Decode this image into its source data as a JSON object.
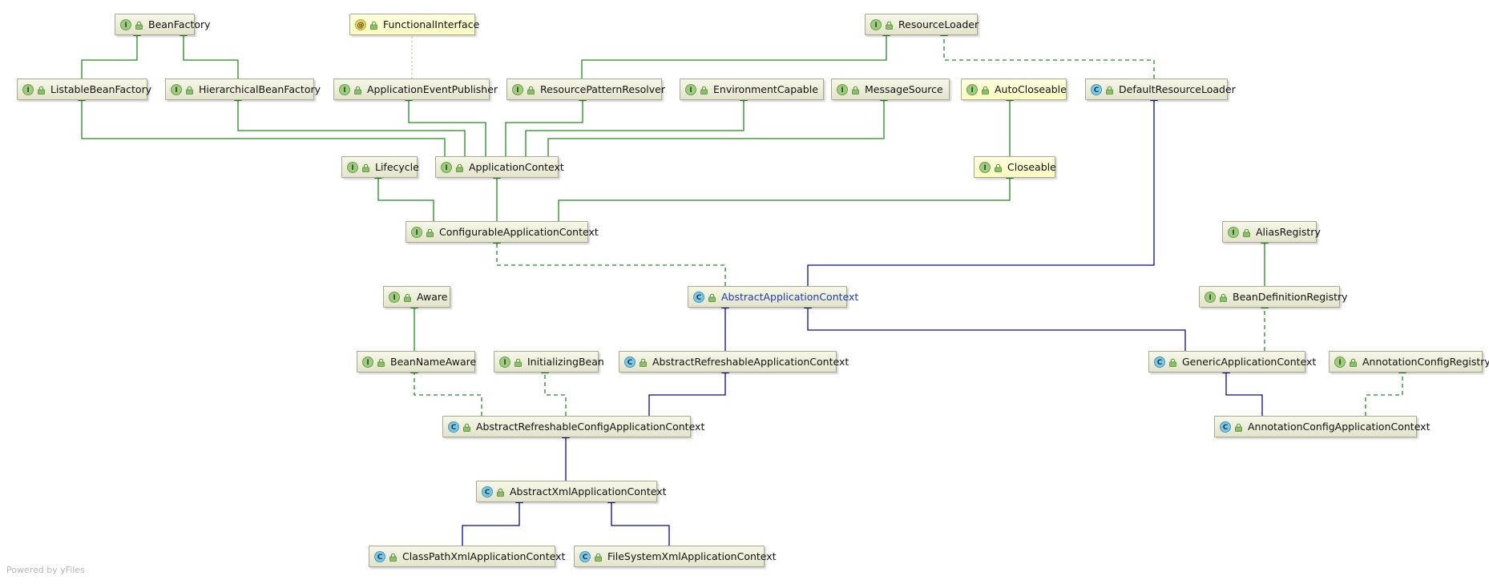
{
  "diagram": {
    "nodes": [
      {
        "id": "BeanFactory",
        "label": "BeanFactory",
        "kind": "interface"
      },
      {
        "id": "FunctionalInterface",
        "label": "FunctionalInterface",
        "kind": "annotation"
      },
      {
        "id": "ResourceLoader",
        "label": "ResourceLoader",
        "kind": "interface"
      },
      {
        "id": "ListableBeanFactory",
        "label": "ListableBeanFactory",
        "kind": "interface"
      },
      {
        "id": "HierarchicalBeanFactory",
        "label": "HierarchicalBeanFactory",
        "kind": "interface"
      },
      {
        "id": "ApplicationEventPublisher",
        "label": "ApplicationEventPublisher",
        "kind": "interface"
      },
      {
        "id": "ResourcePatternResolver",
        "label": "ResourcePatternResolver",
        "kind": "interface"
      },
      {
        "id": "EnvironmentCapable",
        "label": "EnvironmentCapable",
        "kind": "interface"
      },
      {
        "id": "MessageSource",
        "label": "MessageSource",
        "kind": "interface"
      },
      {
        "id": "AutoCloseable",
        "label": "AutoCloseable",
        "kind": "interface-java"
      },
      {
        "id": "DefaultResourceLoader",
        "label": "DefaultResourceLoader",
        "kind": "class"
      },
      {
        "id": "Lifecycle",
        "label": "Lifecycle",
        "kind": "interface"
      },
      {
        "id": "ApplicationContext",
        "label": "ApplicationContext",
        "kind": "interface"
      },
      {
        "id": "Closeable",
        "label": "Closeable",
        "kind": "interface-java"
      },
      {
        "id": "ConfigurableApplicationContext",
        "label": "ConfigurableApplicationContext",
        "kind": "interface"
      },
      {
        "id": "AliasRegistry",
        "label": "AliasRegistry",
        "kind": "interface"
      },
      {
        "id": "Aware",
        "label": "Aware",
        "kind": "interface"
      },
      {
        "id": "AbstractApplicationContext",
        "label": "AbstractApplicationContext",
        "kind": "abstract-class"
      },
      {
        "id": "BeanDefinitionRegistry",
        "label": "BeanDefinitionRegistry",
        "kind": "interface"
      },
      {
        "id": "BeanNameAware",
        "label": "BeanNameAware",
        "kind": "interface"
      },
      {
        "id": "InitializingBean",
        "label": "InitializingBean",
        "kind": "interface"
      },
      {
        "id": "AbstractRefreshableApplicationContext",
        "label": "AbstractRefreshableApplicationContext",
        "kind": "abstract-class-plain"
      },
      {
        "id": "GenericApplicationContext",
        "label": "GenericApplicationContext",
        "kind": "class"
      },
      {
        "id": "AnnotationConfigRegistry",
        "label": "AnnotationConfigRegistry",
        "kind": "interface"
      },
      {
        "id": "AbstractRefreshableConfigApplicationContext",
        "label": "AbstractRefreshableConfigApplicationContext",
        "kind": "abstract-class-plain"
      },
      {
        "id": "AnnotationConfigApplicationContext",
        "label": "AnnotationConfigApplicationContext",
        "kind": "class"
      },
      {
        "id": "AbstractXmlApplicationContext",
        "label": "AbstractXmlApplicationContext",
        "kind": "abstract-class-plain"
      },
      {
        "id": "ClassPathXmlApplicationContext",
        "label": "ClassPathXmlApplicationContext",
        "kind": "class"
      },
      {
        "id": "FileSystemXmlApplicationContext",
        "label": "FileSystemXmlApplicationContext",
        "kind": "class"
      }
    ],
    "edges": [
      {
        "from": "ListableBeanFactory",
        "to": "BeanFactory",
        "type": "extends-interface"
      },
      {
        "from": "HierarchicalBeanFactory",
        "to": "BeanFactory",
        "type": "extends-interface"
      },
      {
        "from": "ResourcePatternResolver",
        "to": "ResourceLoader",
        "type": "extends-interface"
      },
      {
        "from": "DefaultResourceLoader",
        "to": "ResourceLoader",
        "type": "implements"
      },
      {
        "from": "ApplicationEventPublisher",
        "to": "FunctionalInterface",
        "type": "annotated"
      },
      {
        "from": "ApplicationContext",
        "to": "ListableBeanFactory",
        "type": "extends-interface"
      },
      {
        "from": "ApplicationContext",
        "to": "HierarchicalBeanFactory",
        "type": "extends-interface"
      },
      {
        "from": "ApplicationContext",
        "to": "ApplicationEventPublisher",
        "type": "extends-interface"
      },
      {
        "from": "ApplicationContext",
        "to": "ResourcePatternResolver",
        "type": "extends-interface"
      },
      {
        "from": "ApplicationContext",
        "to": "EnvironmentCapable",
        "type": "extends-interface"
      },
      {
        "from": "ApplicationContext",
        "to": "MessageSource",
        "type": "extends-interface"
      },
      {
        "from": "Closeable",
        "to": "AutoCloseable",
        "type": "extends-interface"
      },
      {
        "from": "ConfigurableApplicationContext",
        "to": "Lifecycle",
        "type": "extends-interface"
      },
      {
        "from": "ConfigurableApplicationContext",
        "to": "ApplicationContext",
        "type": "extends-interface"
      },
      {
        "from": "ConfigurableApplicationContext",
        "to": "Closeable",
        "type": "extends-interface"
      },
      {
        "from": "AbstractApplicationContext",
        "to": "ConfigurableApplicationContext",
        "type": "implements"
      },
      {
        "from": "AbstractApplicationContext",
        "to": "DefaultResourceLoader",
        "type": "extends-class"
      },
      {
        "from": "BeanDefinitionRegistry",
        "to": "AliasRegistry",
        "type": "extends-interface"
      },
      {
        "from": "BeanNameAware",
        "to": "Aware",
        "type": "extends-interface"
      },
      {
        "from": "AbstractRefreshableApplicationContext",
        "to": "AbstractApplicationContext",
        "type": "extends-class"
      },
      {
        "from": "GenericApplicationContext",
        "to": "AbstractApplicationContext",
        "type": "extends-class"
      },
      {
        "from": "GenericApplicationContext",
        "to": "BeanDefinitionRegistry",
        "type": "implements"
      },
      {
        "from": "AbstractRefreshableConfigApplicationContext",
        "to": "BeanNameAware",
        "type": "implements"
      },
      {
        "from": "AbstractRefreshableConfigApplicationContext",
        "to": "InitializingBean",
        "type": "implements"
      },
      {
        "from": "AbstractRefreshableConfigApplicationContext",
        "to": "AbstractRefreshableApplicationContext",
        "type": "extends-class"
      },
      {
        "from": "AnnotationConfigApplicationContext",
        "to": "GenericApplicationContext",
        "type": "extends-class"
      },
      {
        "from": "AnnotationConfigApplicationContext",
        "to": "AnnotationConfigRegistry",
        "type": "implements"
      },
      {
        "from": "AbstractXmlApplicationContext",
        "to": "AbstractRefreshableConfigApplicationContext",
        "type": "extends-class"
      },
      {
        "from": "ClassPathXmlApplicationContext",
        "to": "AbstractXmlApplicationContext",
        "type": "extends-class"
      },
      {
        "from": "FileSystemXmlApplicationContext",
        "to": "AbstractXmlApplicationContext",
        "type": "extends-class"
      }
    ],
    "colors": {
      "interface_edge": "#1f8a1f",
      "class_edge": "#0a0a8a",
      "annotation_edge": "#c8c8a0"
    }
  },
  "footer": {
    "text": "Powered by yFiles"
  }
}
